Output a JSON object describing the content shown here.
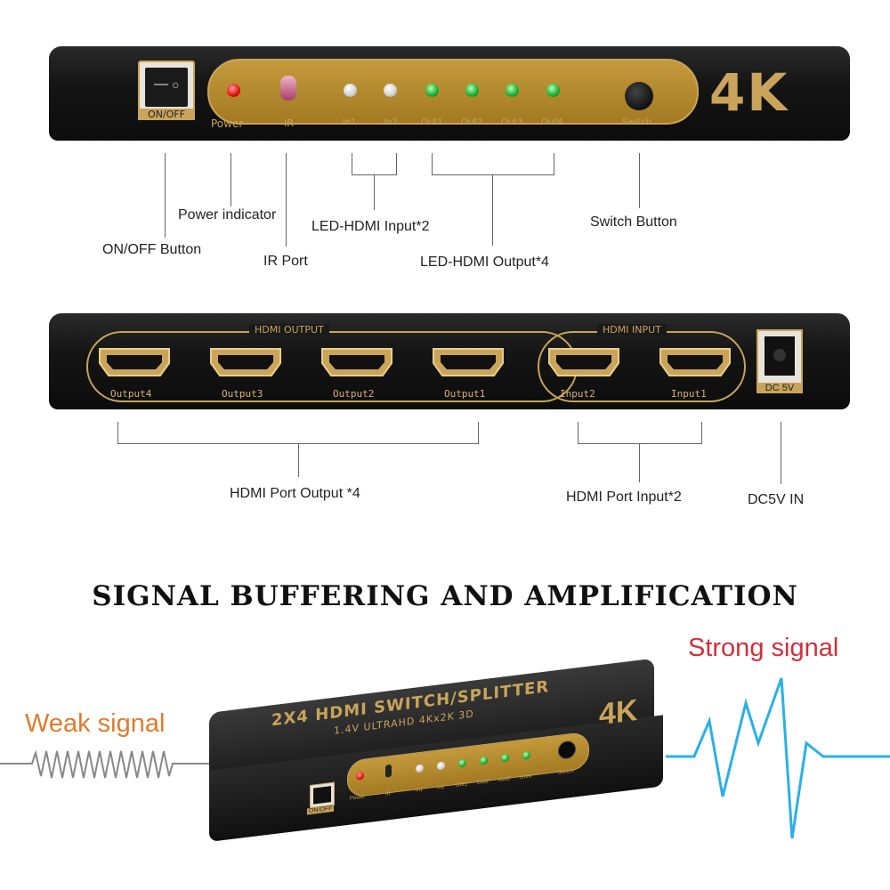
{
  "front_panel": {
    "switch_label": "ON/OFF",
    "badge": "4K",
    "labels": {
      "power": "Power",
      "ir": "IR",
      "in1": "In1",
      "in2": "In2",
      "out1": "Out1",
      "out2": "Out2",
      "out3": "Out3",
      "out4": "Out4",
      "switch": "Switch"
    }
  },
  "front_callouts": {
    "on_off": "ON/OFF Button",
    "power_indicator": "Power indicator",
    "ir_port": "IR Port",
    "led_input": "LED-HDMI Input*2",
    "led_output": "LED-HDMI Output*4",
    "switch_button": "Switch Button"
  },
  "back_panel": {
    "output_group": "HDMI OUTPUT",
    "input_group": "HDMI INPUT",
    "ports": [
      "Output4",
      "Output3",
      "Output2",
      "Output1",
      "Input2",
      "Input1"
    ],
    "dc_label": "DC 5V"
  },
  "back_callouts": {
    "output": "HDMI Port Output *4",
    "input": "HDMI Port Input*2",
    "dc": "DC5V IN"
  },
  "banner": {
    "heading": "SIGNAL BUFFERING AND AMPLIFICATION",
    "weak": "Weak signal",
    "strong": "Strong signal",
    "colors": {
      "weak": "#e07b2c",
      "strong": "#d0303c",
      "wave": "#2ab0e6",
      "gold": "#c9a45a"
    }
  },
  "device": {
    "title": "2X4 HDMI SWITCH/SPLITTER",
    "subtitle": "1.4V ULTRAHD 4Kx2K 3D",
    "badge": "4K",
    "switch_label": "ON/OFF",
    "labels": [
      "Power",
      "IR",
      "In1",
      "In2",
      "Out1",
      "Out2",
      "Out3",
      "Out4",
      "Switch"
    ]
  }
}
